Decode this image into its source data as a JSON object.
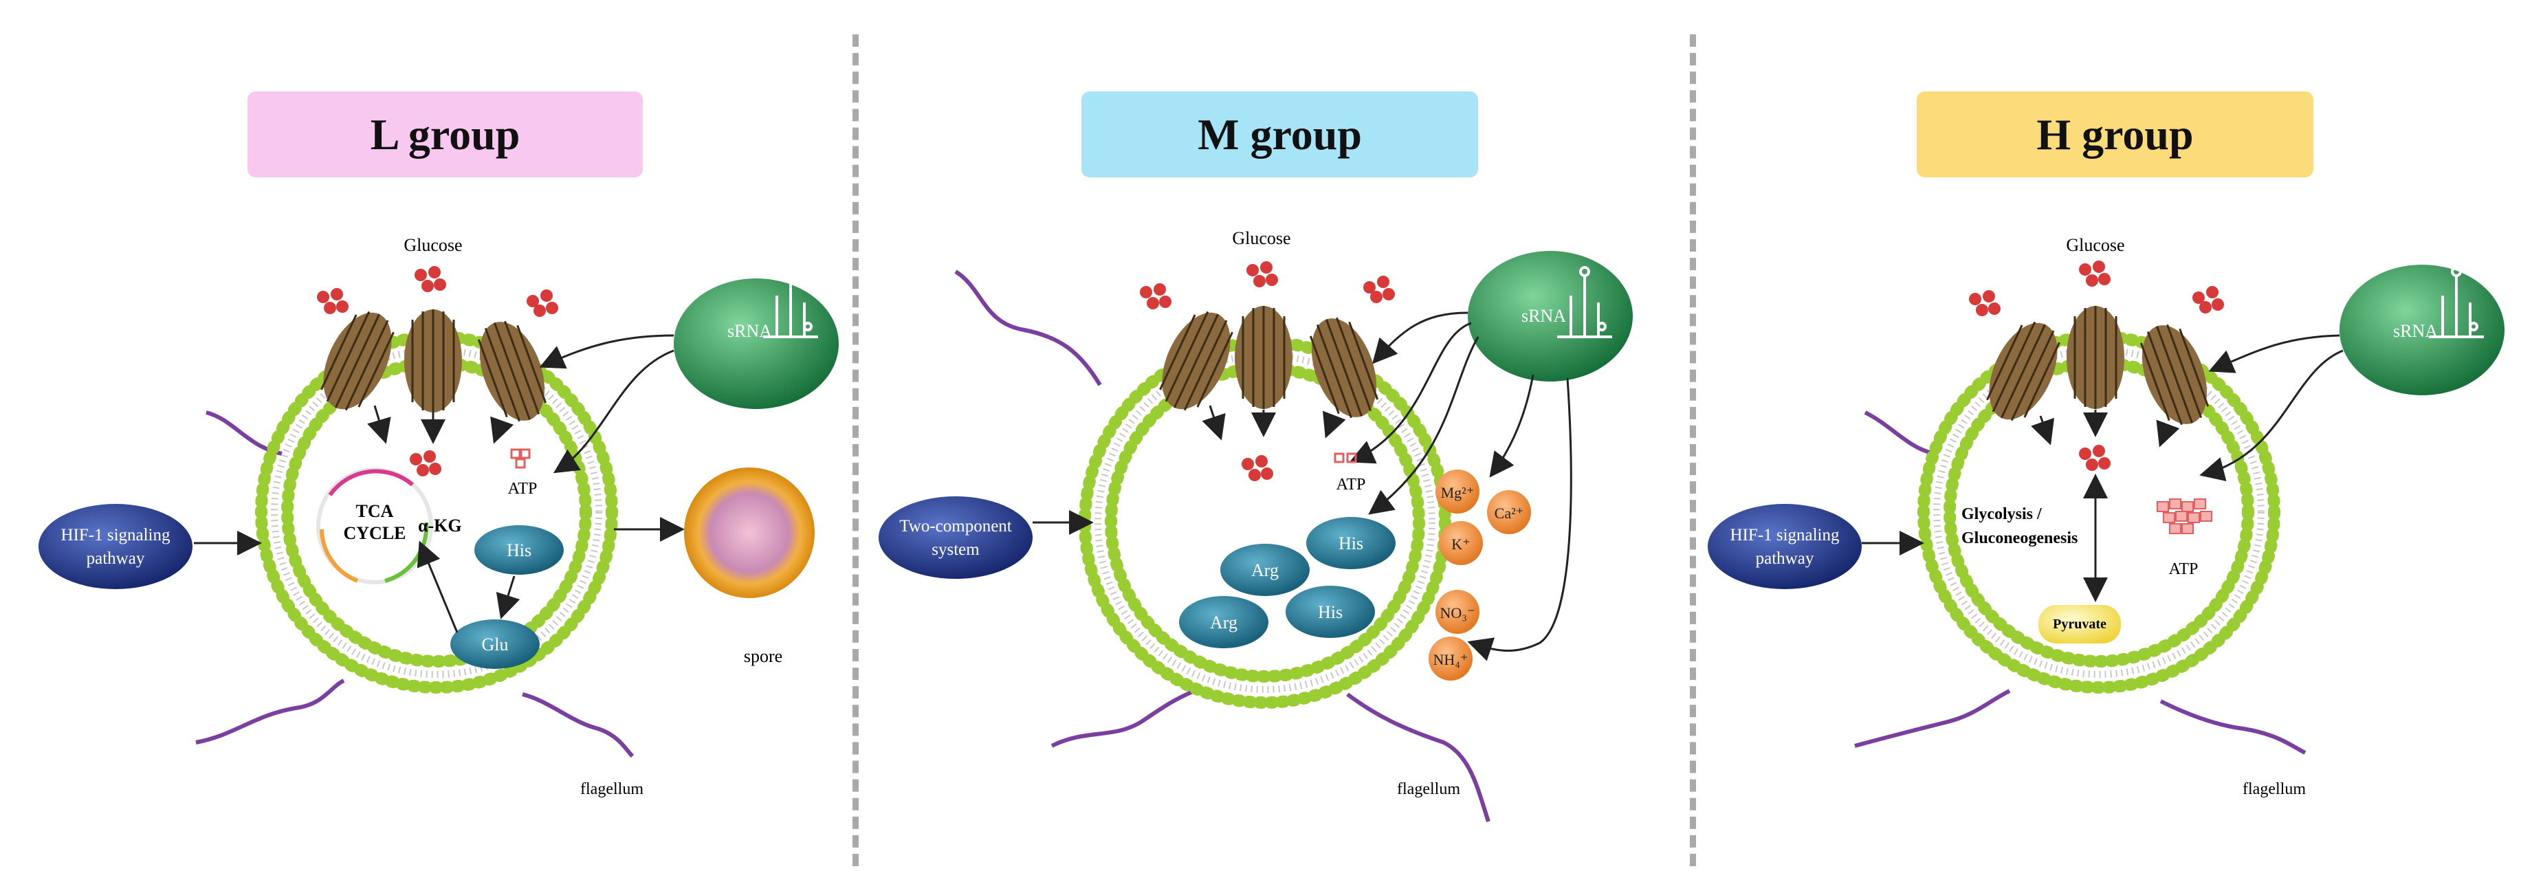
{
  "panels": [
    {
      "title": "L group",
      "title_color": "#f9c8f1",
      "glucose_label": "Glucose",
      "srna_label": "sRNA",
      "atp_label": "ATP",
      "input_label_lines": [
        "HIF-1 signaling",
        "pathway"
      ],
      "tca_label_lines": [
        "TCA",
        "CYCLE"
      ],
      "akg_label": "α-KG",
      "his_label": "His",
      "glu_label": "Glu",
      "spore_label": "spore",
      "flagellum_label": "flagellum"
    },
    {
      "title": "M group",
      "title_color": "#a8e4f7",
      "glucose_label": "Glucose",
      "srna_label": "sRNA",
      "atp_label": "ATP",
      "input_label_lines": [
        "Two-component",
        "system"
      ],
      "amino_acid_labels": [
        "His",
        "Arg",
        "Arg",
        "His"
      ],
      "ion_labels": [
        "Mg²⁺",
        "Ca²⁺",
        "K⁺",
        "NO₃⁻",
        "NH₄⁺"
      ],
      "flagellum_label": "flagellum"
    },
    {
      "title": "H group",
      "title_color": "#fbdb7a",
      "glucose_label": "Glucose",
      "srna_label": "sRNA",
      "atp_label": "ATP",
      "input_label_lines": [
        "HIF-1 signaling",
        "pathway"
      ],
      "glycolysis_label_lines": [
        "Glycolysis /",
        "Gluconeogenesis"
      ],
      "pyruvate_label": "Pyruvate",
      "flagellum_label": "flagellum"
    }
  ],
  "colors": {
    "membrane_head": "#9acd32",
    "transporter": "#8b6a40",
    "srna": "#1e8a4a",
    "pathway": "#1c2f7e",
    "amino_acid": "#1f6e8c",
    "ion": "#f08a2c",
    "glucose": "#d83a3a",
    "flagellum": "#7b3fa0",
    "spore": "#e8a020",
    "pyruvate": "#f5e05a"
  }
}
